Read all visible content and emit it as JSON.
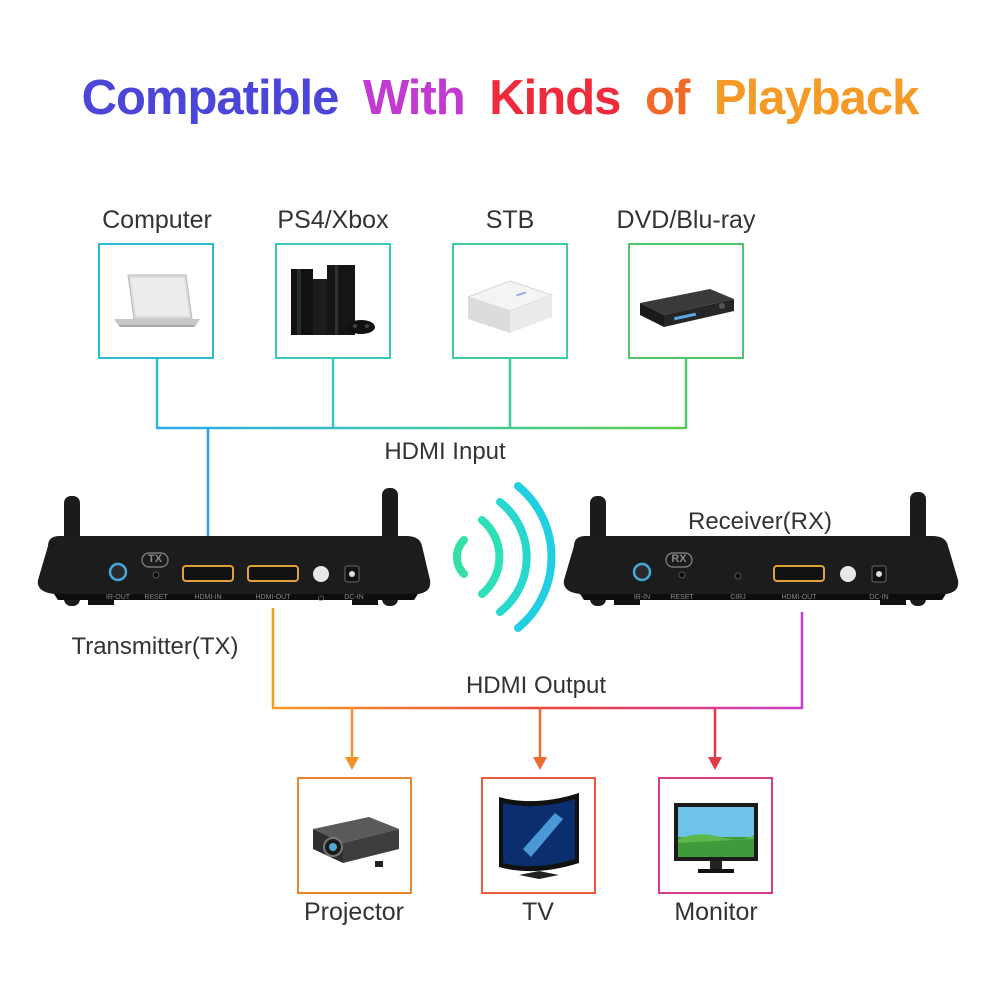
{
  "title": {
    "words": [
      "Compatible",
      "With",
      "Kinds",
      "of",
      "Playback"
    ],
    "colors": [
      "#4b46d8",
      "#c13ad2",
      "#ee2a3c",
      "#f16a2a",
      "#f59a26"
    ]
  },
  "inputs": {
    "devices": [
      {
        "label": "Computer",
        "color": "#2bbcd9"
      },
      {
        "label": "PS4/Xbox",
        "color": "#39c8c0"
      },
      {
        "label": "STB",
        "color": "#3fcaa0"
      },
      {
        "label": "DVD/Blu-ray",
        "color": "#4dc76a"
      }
    ],
    "bus_label": "HDMI Input"
  },
  "transmitter": {
    "label": "Transmitter(TX)",
    "badge": "TX",
    "ports": [
      "IR-OUT",
      "RESET",
      "HDMI-IN",
      "HDMI-OUT",
      "DC-IN"
    ]
  },
  "receiver": {
    "label": "Receiver(RX)",
    "badge": "RX",
    "ports": [
      "IR-IN",
      "RESET",
      "CIRJ",
      "HDMI-OUT",
      "DC-IN"
    ]
  },
  "outputs": {
    "bus_label": "HDMI Output",
    "devices": [
      {
        "label": "Projector",
        "color": "#f08a2a"
      },
      {
        "label": "TV",
        "color": "#ee5050"
      },
      {
        "label": "Monitor",
        "color": "#e0409a"
      }
    ]
  },
  "signal_icon": "wifi-signal-icon",
  "line_colors": {
    "input_left": "#2ba8e8",
    "input_right": "#5ecb4c",
    "output_left": "#f59a26",
    "output_right": "#c43fc8",
    "wave": "#2ce0a4"
  }
}
